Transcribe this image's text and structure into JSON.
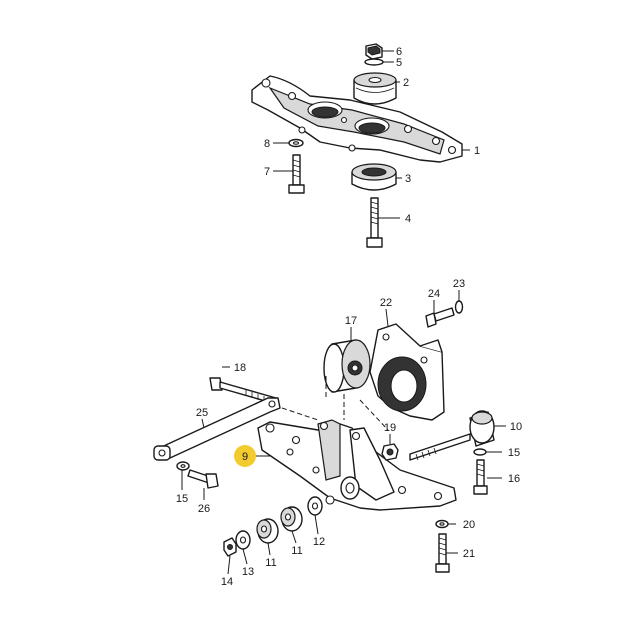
{
  "callouts": [
    {
      "id": "c6",
      "text": "6"
    },
    {
      "id": "c5",
      "text": "5"
    },
    {
      "id": "c2",
      "text": "2"
    },
    {
      "id": "c1",
      "text": "1"
    },
    {
      "id": "c8",
      "text": "8"
    },
    {
      "id": "c7",
      "text": "7"
    },
    {
      "id": "c3",
      "text": "3"
    },
    {
      "id": "c4",
      "text": "4"
    },
    {
      "id": "c23",
      "text": "23"
    },
    {
      "id": "c24",
      "text": "24"
    },
    {
      "id": "c22",
      "text": "22"
    },
    {
      "id": "c17",
      "text": "17"
    },
    {
      "id": "c18",
      "text": "18"
    },
    {
      "id": "c25",
      "text": "25"
    },
    {
      "id": "c10",
      "text": "10"
    },
    {
      "id": "c19",
      "text": "19"
    },
    {
      "id": "c9",
      "text": "9"
    },
    {
      "id": "c15a",
      "text": "15"
    },
    {
      "id": "c16",
      "text": "16"
    },
    {
      "id": "c15b",
      "text": "15"
    },
    {
      "id": "c26",
      "text": "26"
    },
    {
      "id": "c20",
      "text": "20"
    },
    {
      "id": "c12",
      "text": "12"
    },
    {
      "id": "c11a",
      "text": "11"
    },
    {
      "id": "c11b",
      "text": "11"
    },
    {
      "id": "c13",
      "text": "13"
    },
    {
      "id": "c21",
      "text": "21"
    },
    {
      "id": "c14",
      "text": "14"
    }
  ],
  "colors": {
    "highlight": "#f2cc2f",
    "line": "#1a1a1a"
  }
}
